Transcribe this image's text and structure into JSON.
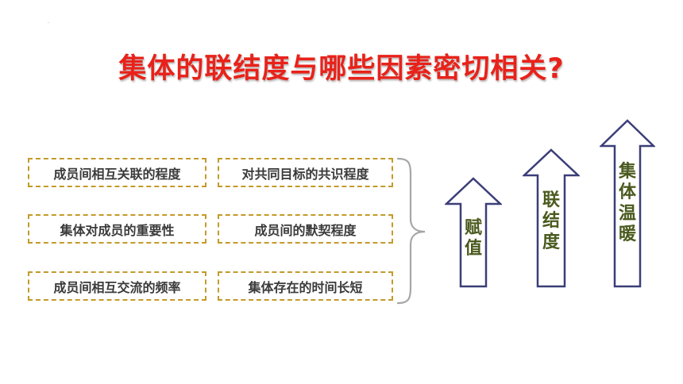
{
  "title": "集体的联结度与哪些因素密切相关?",
  "factors": [
    "成员间相互关联的程度",
    "对共同目标的共识程度",
    "集体对成员的重要性",
    "成员间的默契程度",
    "成员间相互交流的频率",
    "集体存在的时间长短"
  ],
  "arrows": [
    {
      "label": [
        "赋",
        "值"
      ]
    },
    {
      "label": [
        "联",
        "结",
        "度"
      ]
    },
    {
      "label": [
        "集",
        "体",
        "温",
        "暖"
      ]
    }
  ],
  "colors": {
    "title": "#e8221a",
    "factor_border": "#c49a2a",
    "arrow_stroke": "#3b3e78",
    "arrow_label": "#4a5a1e"
  }
}
